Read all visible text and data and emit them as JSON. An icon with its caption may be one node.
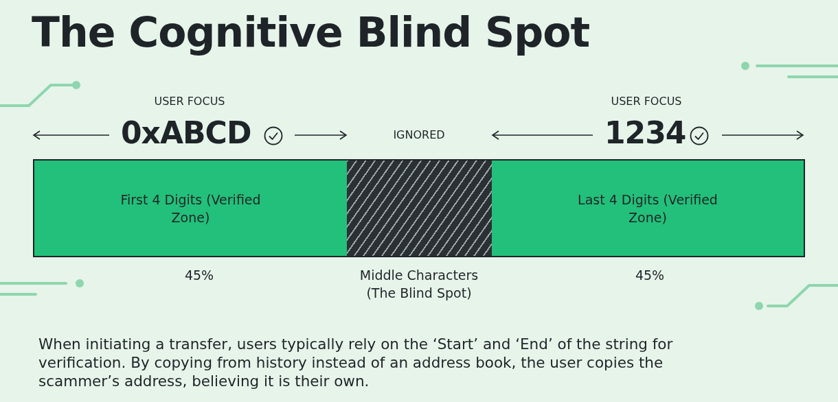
{
  "diagram": {
    "title": "The Cognitive Blind Spot",
    "caption": "When initiating a transfer, users typically rely on the ‘Start’ and ‘End’ of the string for verification. By copying from history instead of an address book, the user copies the scammer’s address, believing it is their own.",
    "nodes": [
      {
        "text": [
          "First 4 Digits (Verified Zone)"
        ],
        "beside": [
          "45%"
        ]
      },
      {
        "text": [],
        "shape": "bar",
        "beside": [
          "Middle Characters (The Blind Spot)"
        ]
      },
      {
        "text": [
          "Last 4 Digits (Verified Zone)"
        ],
        "beside": [
          "45%"
        ]
      }
    ],
    "edges": [],
    "labels": [
      "USER FOCUS",
      "USER FOCUS",
      "0xABCD",
      "IGNORED",
      "1234"
    ]
  }
}
